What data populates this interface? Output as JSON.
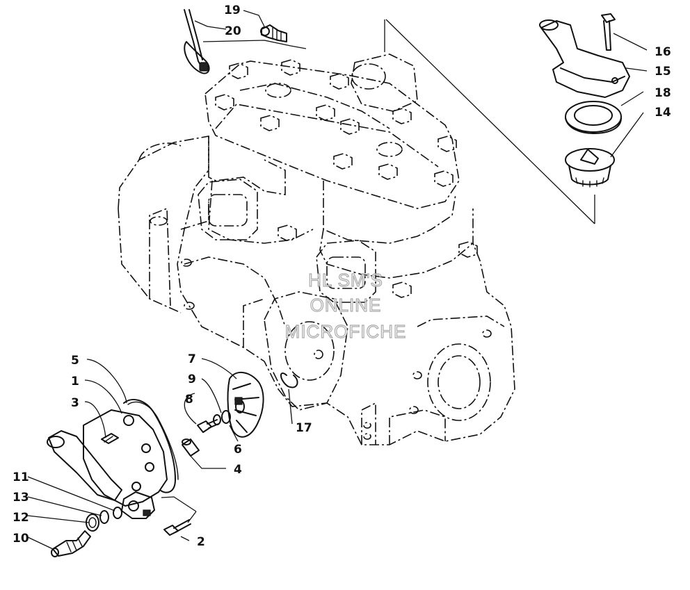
{
  "diagram": {
    "labels": {
      "p1": "1",
      "p2": "2",
      "p3": "3",
      "p4": "4",
      "p5": "5",
      "p6": "6",
      "p7": "7",
      "p8": "8",
      "p9": "9",
      "p10": "10",
      "p11": "11",
      "p12": "12",
      "p13": "13",
      "p14": "14",
      "p15": "15",
      "p16": "16",
      "p17": "17",
      "p18": "18",
      "p19": "19",
      "p20": "20"
    },
    "watermark": {
      "line1": "HL SM'S",
      "line2": "ONLINE",
      "line3": "MICROFICHE"
    }
  }
}
